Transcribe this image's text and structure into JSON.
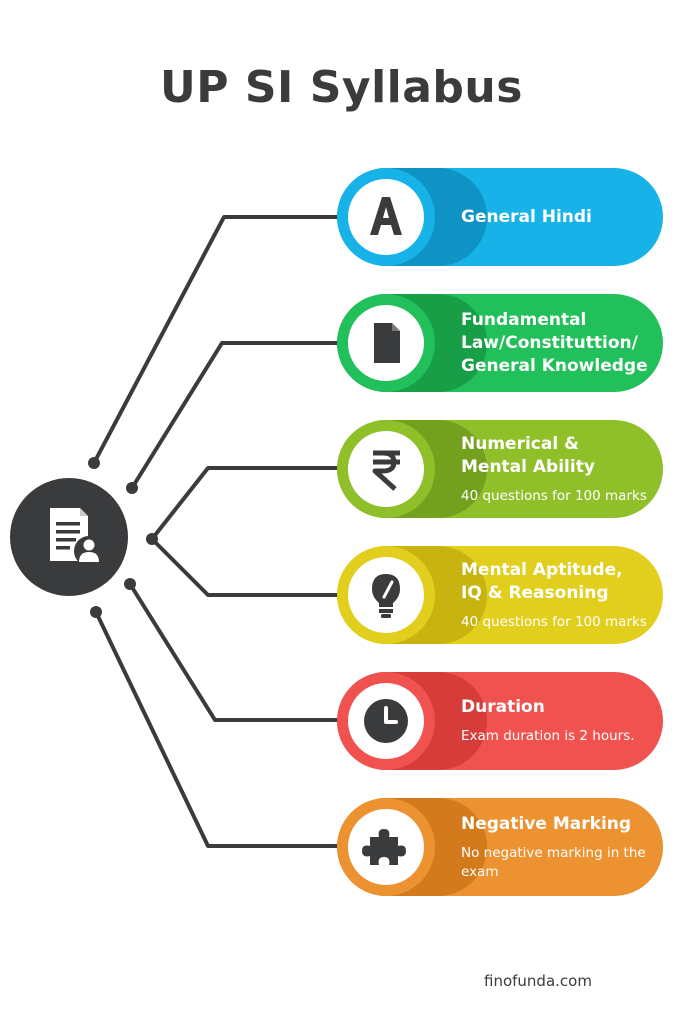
{
  "title": "UP SI Syllabus",
  "footer": "finofunda.com",
  "hub_icon": "document-user-icon",
  "sections": [
    {
      "heading": "General Hindi",
      "sub": "",
      "color": "#16b2e8",
      "dark": "#0f93c4",
      "icon": "letter-a-icon"
    },
    {
      "heading": "Fundamental Law/Constituttion/ General Knowledge",
      "sub": "",
      "color": "#22c05a",
      "dark": "#179e47",
      "icon": "document-icon"
    },
    {
      "heading": "Numerical & Mental Ability",
      "sub": "40 questions for 100 marks",
      "color": "#8fc02a",
      "dark": "#74a11d",
      "icon": "rupee-icon"
    },
    {
      "heading": "Mental Aptitude, IQ & Reasoning",
      "sub": "40 questions for 100 marks",
      "color": "#e2ce1c",
      "dark": "#c8b411",
      "icon": "lightbulb-icon"
    },
    {
      "heading": "Duration",
      "sub": "Exam duration is 2 hours.",
      "color": "#f0524f",
      "dark": "#d63c3a",
      "icon": "clock-icon"
    },
    {
      "heading": "Negative Marking",
      "sub": "No negative marking in the exam",
      "color": "#ec9231",
      "dark": "#d27a1c",
      "icon": "puzzle-icon"
    }
  ]
}
